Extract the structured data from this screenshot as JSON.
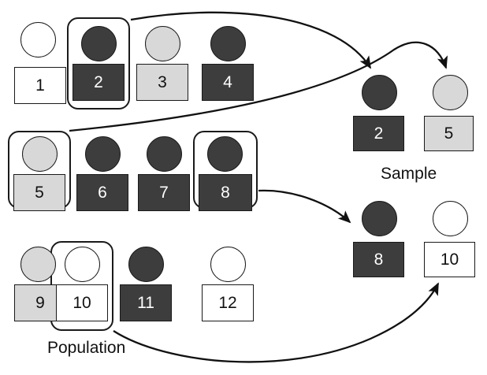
{
  "diagram": {
    "title_population": "Population",
    "title_sample": "Sample",
    "colors": {
      "dark": "#3d3d3d",
      "light": "#d8d8d8",
      "white": "#ffffff",
      "outline": "#1a1a1a"
    }
  },
  "population": {
    "label": "Population",
    "rows": [
      {
        "items": [
          {
            "label": "1",
            "shade": "white",
            "selected": false
          },
          {
            "label": "2",
            "shade": "dark",
            "selected": true
          },
          {
            "label": "3",
            "shade": "light",
            "selected": false
          },
          {
            "label": "4",
            "shade": "dark",
            "selected": false
          }
        ]
      },
      {
        "items": [
          {
            "label": "5",
            "shade": "light",
            "selected": true
          },
          {
            "label": "6",
            "shade": "dark",
            "selected": false
          },
          {
            "label": "7",
            "shade": "dark",
            "selected": false
          },
          {
            "label": "8",
            "shade": "dark",
            "selected": true
          }
        ]
      },
      {
        "items": [
          {
            "label": "9",
            "shade": "light",
            "selected": false
          },
          {
            "label": "10",
            "shade": "white",
            "selected": true
          },
          {
            "label": "11",
            "shade": "dark",
            "selected": false
          },
          {
            "label": "12",
            "shade": "white",
            "selected": false
          }
        ]
      }
    ]
  },
  "sample": {
    "label": "Sample",
    "rows": [
      {
        "items": [
          {
            "label": "2",
            "shade": "dark"
          },
          {
            "label": "5",
            "shade": "light"
          }
        ]
      },
      {
        "items": [
          {
            "label": "8",
            "shade": "dark"
          },
          {
            "label": "10",
            "shade": "white"
          }
        ]
      }
    ]
  },
  "arrows": [
    {
      "from": "population-item-2",
      "to": "sample-item-2"
    },
    {
      "from": "population-item-5",
      "to": "sample-item-5"
    },
    {
      "from": "population-item-8",
      "to": "sample-item-8"
    },
    {
      "from": "population-item-10",
      "to": "sample-item-10"
    }
  ]
}
